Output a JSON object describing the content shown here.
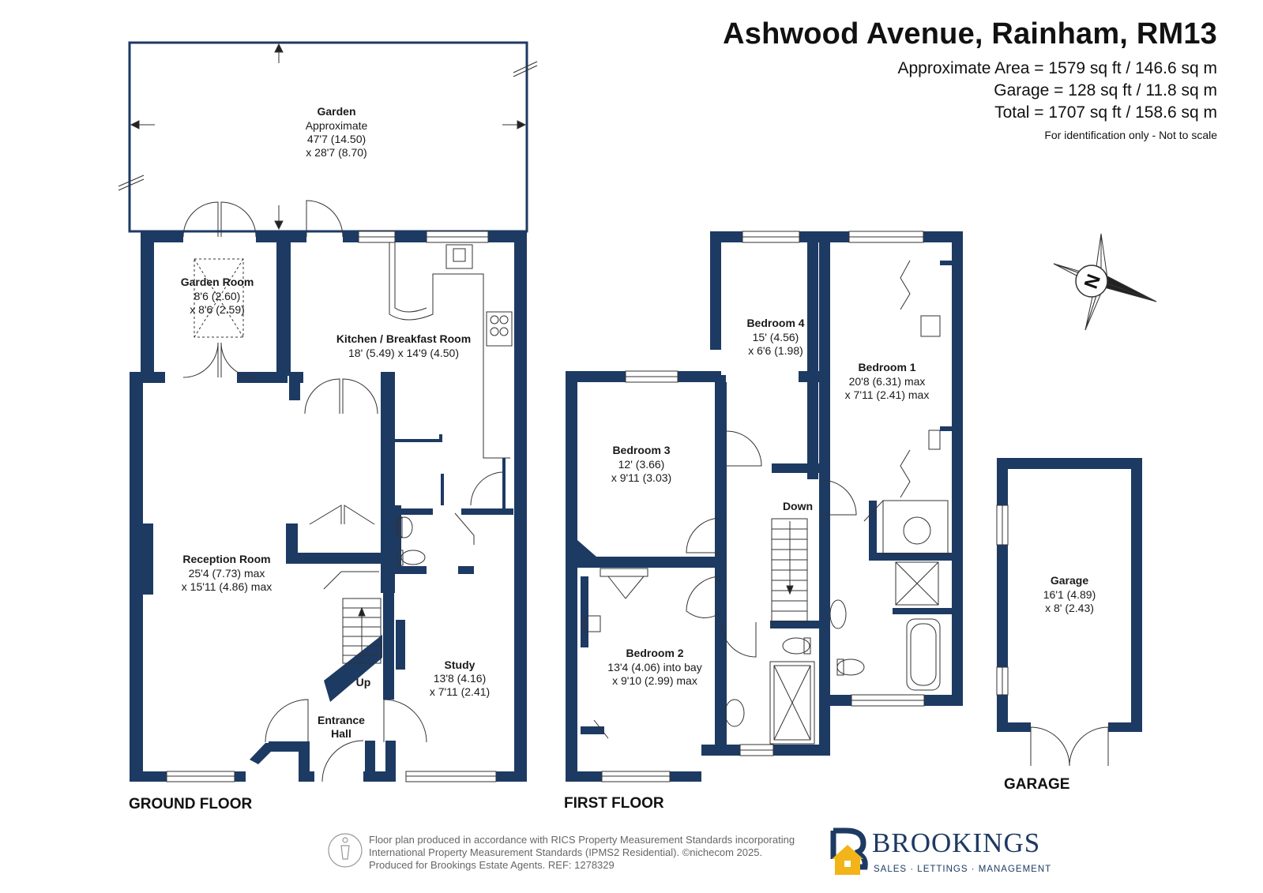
{
  "header": {
    "title": "Ashwood Avenue, Rainham, RM13",
    "approx_area": "Approximate Area = 1579 sq ft / 146.6 sq m",
    "garage_area": "Garage = 128 sq ft / 11.8 sq m",
    "total_area": "Total = 1707 sq ft / 158.6 sq m",
    "disclaimer": "For identification only - Not to scale"
  },
  "floors": {
    "ground": "GROUND FLOOR",
    "first": "FIRST FLOOR",
    "garage": "GARAGE"
  },
  "rooms": {
    "garden": {
      "name": "Garden",
      "l1": "Approximate",
      "l2": "47'7 (14.50)",
      "l3": "x 28'7 (8.70)"
    },
    "garden_room": {
      "name": "Garden Room",
      "l1": "8'6 (2.60)",
      "l2": "x 8'6 (2.59)"
    },
    "kitchen": {
      "name": "Kitchen / Breakfast Room",
      "l1": "18' (5.49) x 14'9 (4.50)"
    },
    "reception": {
      "name": "Reception Room",
      "l1": "25'4 (7.73) max",
      "l2": "x 15'11 (4.86) max"
    },
    "study": {
      "name": "Study",
      "l1": "13'8 (4.16)",
      "l2": "x 7'11 (2.41)"
    },
    "entrance": {
      "name1": "Entrance",
      "name2": "Hall"
    },
    "bedroom4": {
      "name": "Bedroom 4",
      "l1": "15' (4.56)",
      "l2": "x 6'6 (1.98)"
    },
    "bedroom1": {
      "name": "Bedroom 1",
      "l1": "20'8 (6.31) max",
      "l2": "x 7'11 (2.41) max"
    },
    "bedroom3": {
      "name": "Bedroom 3",
      "l1": "12' (3.66)",
      "l2": "x 9'11 (3.03)"
    },
    "bedroom2": {
      "name": "Bedroom 2",
      "l1": "13'4 (4.06) into bay",
      "l2": "x 9'10 (2.99) max"
    },
    "garage": {
      "name": "Garage",
      "l1": "16'1 (4.89)",
      "l2": "x 8' (2.43)"
    }
  },
  "stairs": {
    "up": "Up",
    "down": "Down"
  },
  "compass": {
    "letter": "N"
  },
  "footer": {
    "line1": "Floor plan produced in accordance with RICS Property Measurement Standards incorporating",
    "line2": "International Property Measurement Standards (IPMS2 Residential).  ©nichecom 2025.",
    "line3": "Produced for Brookings Estate Agents.   REF: 1278329"
  },
  "brand": {
    "name": "BROOKINGS",
    "tagline": "SALES · LETTINGS · MANAGEMENT"
  },
  "colors": {
    "wall": "#1d3a63",
    "brand_gold": "#f2b418",
    "brand_navy": "#1d3a63"
  }
}
